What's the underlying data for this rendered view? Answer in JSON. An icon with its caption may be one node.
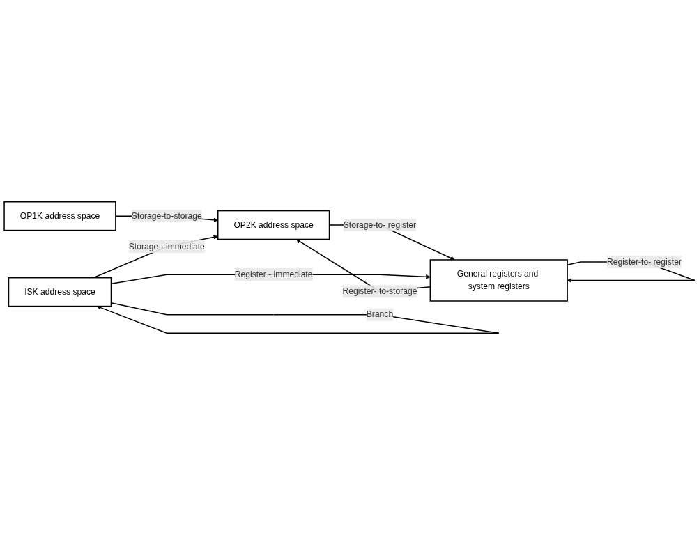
{
  "diagram": {
    "nodes": [
      {
        "text": [
          "OP1K address space"
        ]
      },
      {
        "text": [
          "OP2K address space"
        ]
      },
      {
        "text": [
          "ISK address space"
        ]
      },
      {
        "text": [
          "General registers and system registers"
        ]
      }
    ],
    "edges": [
      {
        "from": 0,
        "to": 1,
        "arrow": "to",
        "label": "Storage-to-storage"
      },
      {
        "from": 1,
        "to": 3,
        "arrow": "to",
        "label": "Storage-to- register"
      },
      {
        "from": 3,
        "to": 1,
        "arrow": "to",
        "label": "Register- to-storage"
      },
      {
        "from": 2,
        "to": 2,
        "arrow": "to",
        "label": "Branch"
      },
      {
        "from": 2,
        "to": 1,
        "arrow": "to",
        "label": "Storage - immediate"
      },
      {
        "from": 2,
        "to": 3,
        "arrow": "to",
        "label": "Register - immediate"
      },
      {
        "from": 3,
        "to": 3,
        "arrow": "to",
        "label": "Register-to- register"
      }
    ]
  }
}
